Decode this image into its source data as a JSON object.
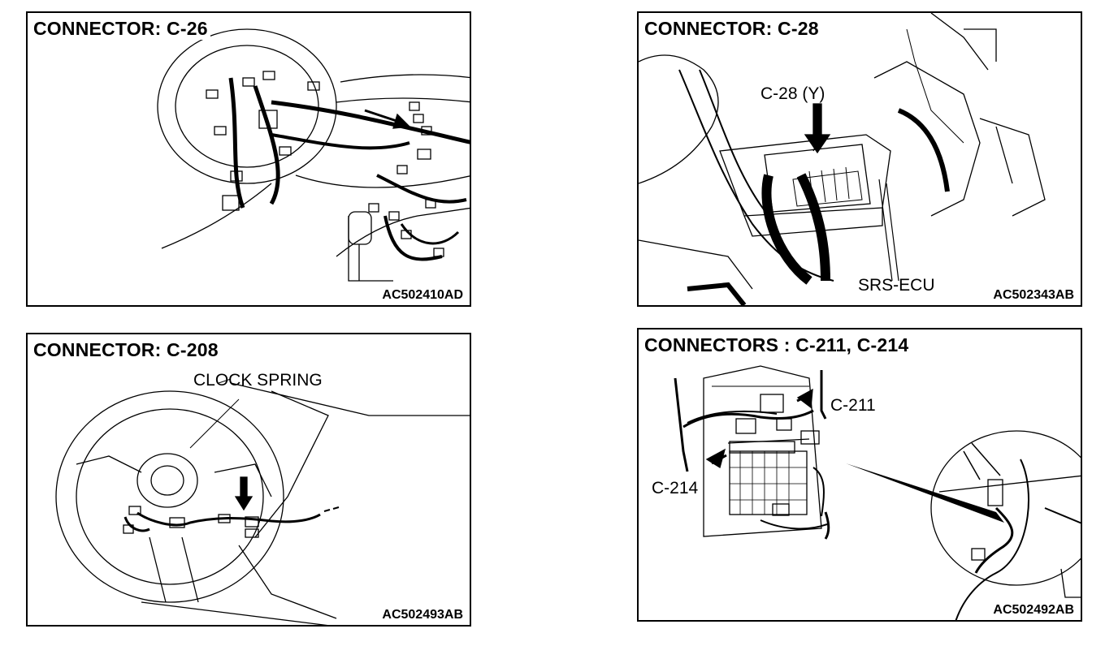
{
  "panels": [
    {
      "title": "CONNECTOR: C-26",
      "code": "AC502410AD",
      "labels": []
    },
    {
      "title": "CONNECTOR: C-28",
      "code": "AC502343AB",
      "labels": [
        "C-28 (Y)",
        "SRS-ECU"
      ]
    },
    {
      "title": "CONNECTOR: C-208",
      "code": "AC502493AB",
      "labels": [
        "CLOCK SPRING"
      ]
    },
    {
      "title": "CONNECTORS : C-211, C-214",
      "code": "AC502492AB",
      "labels": [
        "C-211",
        "C-214"
      ]
    }
  ]
}
